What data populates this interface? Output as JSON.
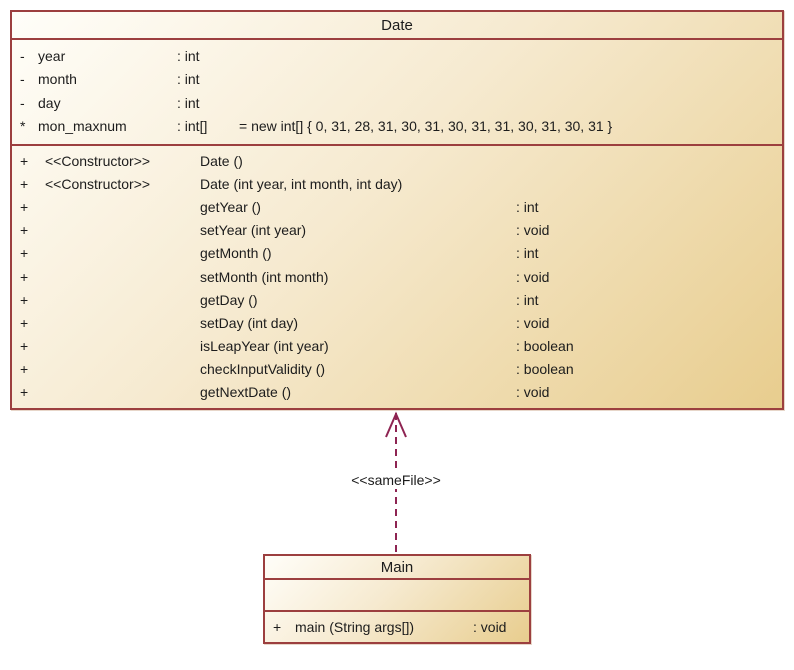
{
  "date_class": {
    "name": "Date",
    "attributes": [
      {
        "visibility": "-",
        "name": "year",
        "type": ": int",
        "init": ""
      },
      {
        "visibility": "-",
        "name": "month",
        "type": ": int",
        "init": ""
      },
      {
        "visibility": "-",
        "name": "day",
        "type": ": int",
        "init": ""
      },
      {
        "visibility": "*",
        "name": "mon_maxnum",
        "type": ": int[]",
        "init": "= new int[] { 0, 31, 28, 31, 30, 31, 30, 31, 31, 30, 31, 30, 31 }"
      }
    ],
    "operations": [
      {
        "visibility": "+",
        "stereotype": "<<Constructor>>",
        "signature": "Date ()",
        "returns": ""
      },
      {
        "visibility": "+",
        "stereotype": "<<Constructor>>",
        "signature": "Date (int year, int month, int day)",
        "returns": ""
      },
      {
        "visibility": "+",
        "stereotype": "",
        "signature": "getYear ()",
        "returns": ": int"
      },
      {
        "visibility": "+",
        "stereotype": "",
        "signature": "setYear (int year)",
        "returns": ": void"
      },
      {
        "visibility": "+",
        "stereotype": "",
        "signature": "getMonth ()",
        "returns": ": int"
      },
      {
        "visibility": "+",
        "stereotype": "",
        "signature": "setMonth (int month)",
        "returns": ": void"
      },
      {
        "visibility": "+",
        "stereotype": "",
        "signature": "getDay ()",
        "returns": ": int"
      },
      {
        "visibility": "+",
        "stereotype": "",
        "signature": "setDay (int day)",
        "returns": ": void"
      },
      {
        "visibility": "+",
        "stereotype": "",
        "signature": "isLeapYear (int year)",
        "returns": ": boolean"
      },
      {
        "visibility": "+",
        "stereotype": "",
        "signature": "checkInputValidity ()",
        "returns": ": boolean"
      },
      {
        "visibility": "+",
        "stereotype": "",
        "signature": "getNextDate ()",
        "returns": ": void"
      }
    ]
  },
  "main_class": {
    "name": "Main",
    "attributes": [],
    "operations": [
      {
        "visibility": "+",
        "stereotype": "",
        "signature": "main (String args[])",
        "returns": ": void"
      }
    ]
  },
  "relation": {
    "label": "<<sameFile>>",
    "type": "dashed-dependency-arrow"
  },
  "colors": {
    "box_border": "#9c3f3f",
    "arrow": "#8e2452",
    "text": "#1c1c1c",
    "gradient_light": "#fffef9",
    "gradient_mid": "#f6ead0",
    "gradient_dark": "#e8cd8e"
  }
}
